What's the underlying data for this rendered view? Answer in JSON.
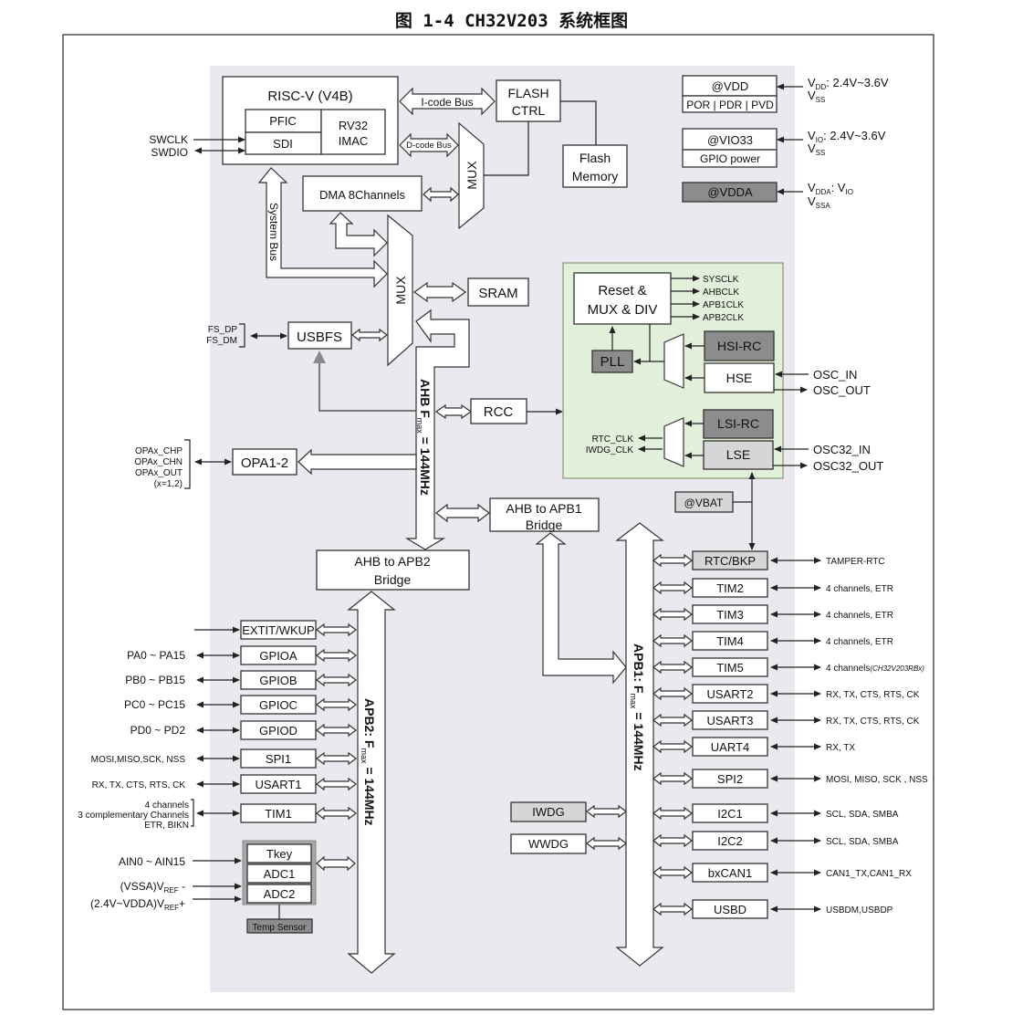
{
  "title": "图 1-4 CH32V203 系统框图",
  "core": {
    "name": "RISC-V  (V4B)",
    "pfic": "PFIC",
    "sdi": "SDI",
    "isa_line1": "RV32",
    "isa_line2": "IMAC",
    "debug_pins": [
      "SWCLK",
      "SWDIO"
    ]
  },
  "buses": {
    "icode": "I-code Bus",
    "dcode": "D-code Bus",
    "system": "System Bus",
    "ahb_prefix": "AHB  F",
    "ahb_sub": "max",
    "ahb_suffix": " = 144MHz",
    "apb2_prefix": "APB2:  F",
    "apb2_sub": "max",
    "apb2_suffix": " = 144MHz",
    "apb1_prefix": "APB1:  F",
    "apb1_sub": "max",
    "apb1_suffix": " = 144MHz"
  },
  "flash": {
    "ctrl_line1": "FLASH",
    "ctrl_line2": "CTRL",
    "mem_line1": "Flash",
    "mem_line2": "Memory"
  },
  "mux_label": "MUX",
  "dma": "DMA  8Channels",
  "sram": "SRAM",
  "usbfs": {
    "name": "USBFS",
    "pins": [
      "FS_DP",
      "FS_DM"
    ]
  },
  "rcc": "RCC",
  "opa": {
    "name": "OPA1-2",
    "pins": [
      "OPAx_CHP",
      "OPAx_CHN",
      "OPAx_OUT",
      "(x=1,2)"
    ]
  },
  "bridges": {
    "apb1_line1": "AHB to APB1",
    "apb1_line2": "Bridge",
    "apb2_line1": "AHB to APB2",
    "apb2_line2": "Bridge"
  },
  "power": [
    {
      "name": "@VDD",
      "sub": "POR | PDR | PVD",
      "v": "V",
      "v_sub": "DD",
      "v_rest": ": 2.4V~3.6V",
      "g": "V",
      "g_sub": "SS"
    },
    {
      "name": "@VIO33",
      "sub": "GPIO power",
      "v": "V",
      "v_sub": "IO",
      "v_rest": ": 2.4V~3.6V",
      "g": "V",
      "g_sub": "SS"
    },
    {
      "name": "@VDDA",
      "sub": "",
      "v": "V",
      "v_sub": "DDA",
      "v_rest": ": V",
      "v_rest_sub": "IO",
      "g": "V",
      "g_sub": "SSA"
    }
  ],
  "clock": {
    "reset_line1": "Reset &",
    "reset_line2": "MUX & DIV",
    "outputs": [
      "SYSCLK",
      "AHBCLK",
      "APB1CLK",
      "APB2CLK"
    ],
    "pll": "PLL",
    "hsi": "HSI-RC",
    "hse": "HSE",
    "lsi": "LSI-RC",
    "lse": "LSE",
    "lowspeed_outputs": [
      "RTC_CLK",
      "IWDG_CLK"
    ],
    "hse_pins": [
      "OSC_IN",
      "OSC_OUT"
    ],
    "lse_pins": [
      "OSC32_IN",
      "OSC32_OUT"
    ]
  },
  "vbat": "@VBAT",
  "apb2_peripherals": [
    {
      "name": "EXTIT/WKUP",
      "pins": ""
    },
    {
      "name": "GPIOA",
      "pins": "PA0 ~ PA15"
    },
    {
      "name": "GPIOB",
      "pins": "PB0 ~ PB15"
    },
    {
      "name": "GPIOC",
      "pins": "PC0 ~ PC15"
    },
    {
      "name": "GPIOD",
      "pins": "PD0 ~ PD2"
    },
    {
      "name": "SPI1",
      "pins": "MOSI,MISO,SCK, NSS"
    },
    {
      "name": "USART1",
      "pins": "RX, TX, CTS, RTS, CK"
    },
    {
      "name": "TIM1",
      "pins": "",
      "pin_lines": [
        "4 channels",
        "3 complementary Channels",
        "ETR, BIKN"
      ]
    }
  ],
  "adc_group": {
    "items": [
      "Tkey",
      "ADC1",
      "ADC2"
    ],
    "temp": "Temp Sensor",
    "inputs": [
      "AIN0 ~ AIN15",
      "(VSSA)V",
      "(2.4V~VDDA)V"
    ],
    "vref_sub": "REF",
    "vref_minus": " -",
    "vref_plus": "+"
  },
  "apb1_peripherals": [
    {
      "name": "RTC/BKP",
      "pins": "TAMPER-RTC",
      "shade": "light"
    },
    {
      "name": "TIM2",
      "pins": "4 channels, ETR"
    },
    {
      "name": "TIM3",
      "pins": "4 channels, ETR"
    },
    {
      "name": "TIM4",
      "pins": "4 channels, ETR"
    },
    {
      "name": "TIM5",
      "pins": "4 channels",
      "pins_note": "(CH32V203RBx)"
    },
    {
      "name": "USART2",
      "pins": "RX, TX, CTS, RTS, CK"
    },
    {
      "name": "USART3",
      "pins": "RX, TX, CTS, RTS, CK"
    },
    {
      "name": "UART4",
      "pins": "RX, TX"
    },
    {
      "name": "SPI2",
      "pins": "MOSI, MISO, SCK , NSS"
    },
    {
      "name": "I2C1",
      "pins": "SCL, SDA, SMBA"
    },
    {
      "name": "I2C2",
      "pins": "SCL, SDA, SMBA"
    },
    {
      "name": "bxCAN1",
      "pins": "CAN1_TX,CAN1_RX"
    },
    {
      "name": "USBD",
      "pins": "USBDM,USBDP"
    }
  ],
  "watchdogs": [
    {
      "name": "IWDG",
      "shade": "light"
    },
    {
      "name": "WWDG"
    }
  ],
  "colors": {
    "chip_bg": "#ebe8f0",
    "clock_bg": "#e2efda",
    "clock_border": "#8aa07a",
    "dark_block": "#8c8c8c",
    "light_block": "#d6d6d6",
    "usb_arrow": "#8a8a8a"
  }
}
